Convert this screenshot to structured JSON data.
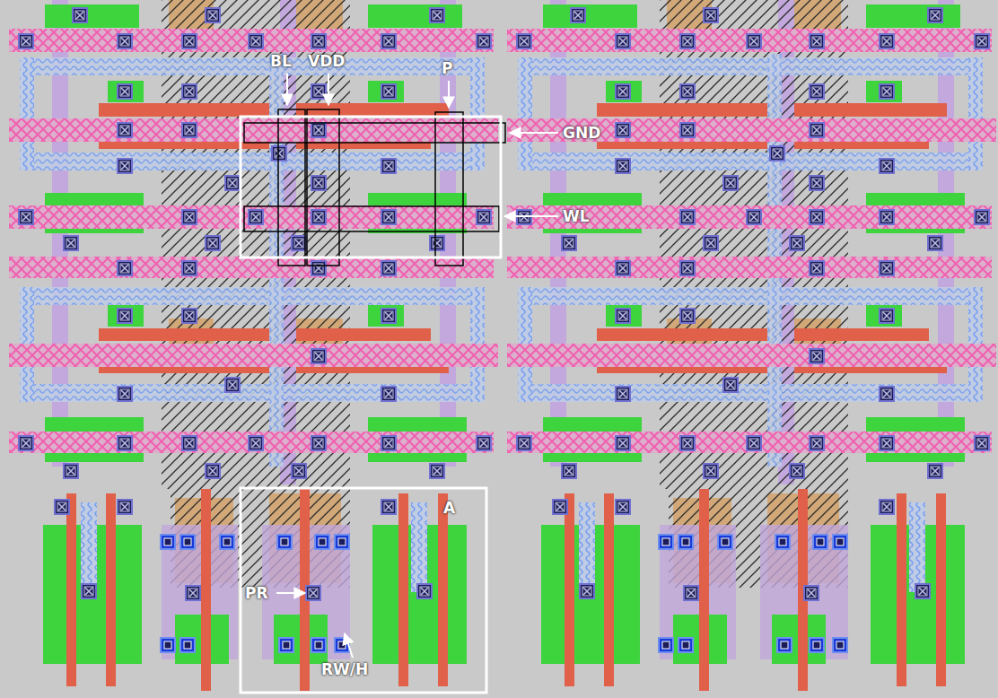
{
  "diagram": {
    "labels": [
      "BL",
      "VDD",
      "P",
      "GND",
      "WL",
      "A",
      "PR",
      "RW/H"
    ]
  }
}
